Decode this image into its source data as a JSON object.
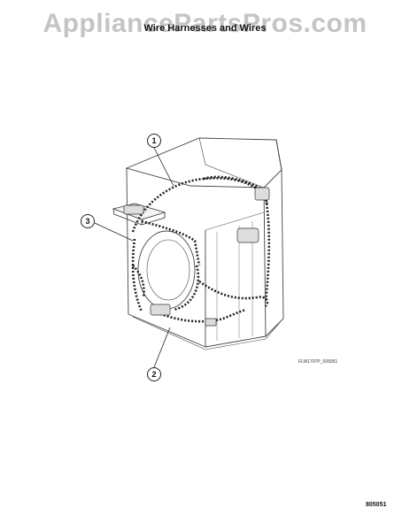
{
  "watermark": "AppliancePartsPros.com",
  "title": "Wire Harnesses and Wires",
  "callouts": [
    {
      "label": "1"
    },
    {
      "label": "2"
    },
    {
      "label": "3"
    }
  ],
  "figure_code": "FLW1707P_005051",
  "page_code": "805051"
}
